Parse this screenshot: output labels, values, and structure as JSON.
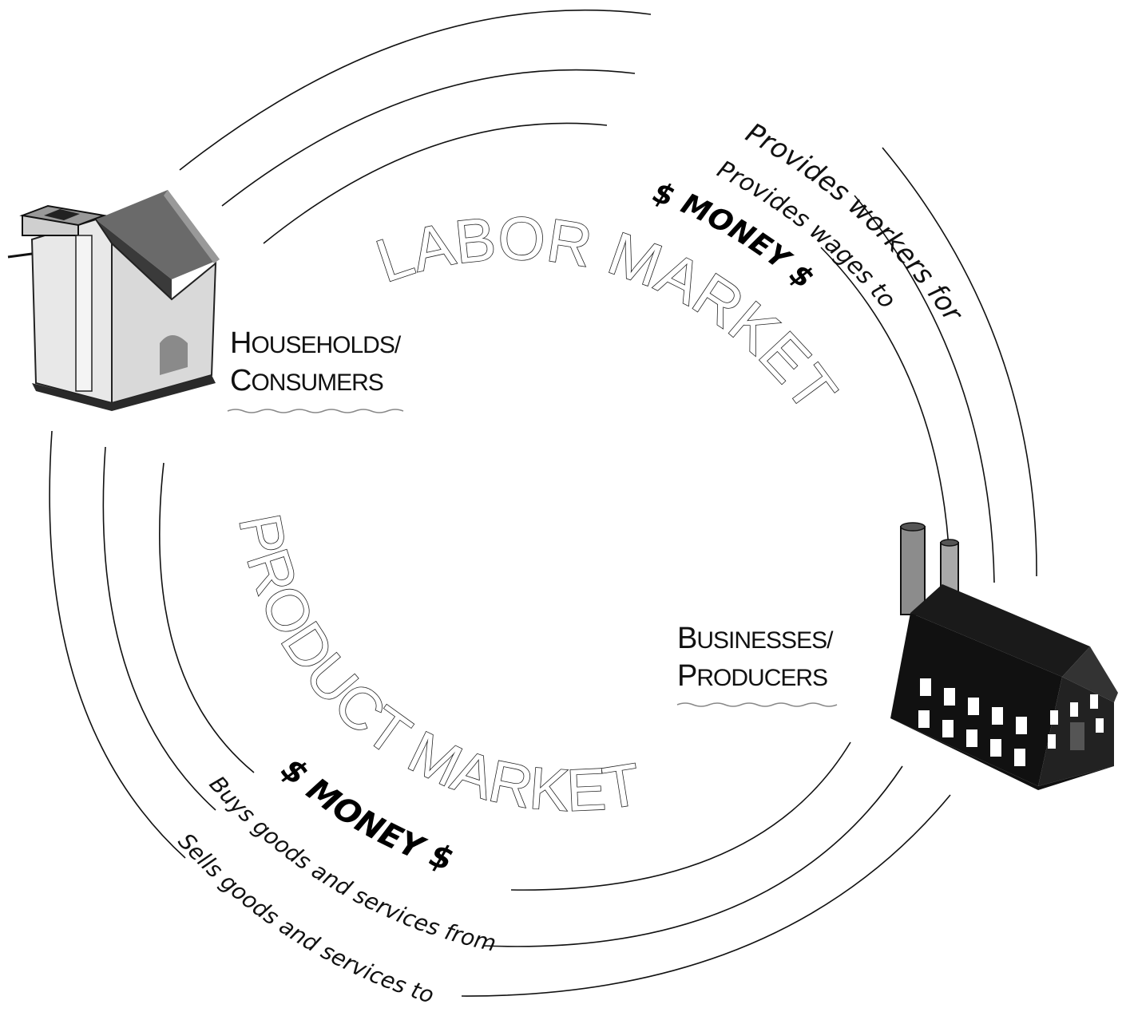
{
  "labor_market": {
    "title": "LABOR MARKET",
    "outer_label": "Provides workers for",
    "middle_label": "Provides wages to",
    "inner_label": "$ MONEY $"
  },
  "product_market": {
    "title": "PRODUCT MARKET",
    "inner_label": "$ MONEY $",
    "middle_label": "Buys goods and services from",
    "outer_label": "Sells goods and services to"
  },
  "households": {
    "line1_cap": "H",
    "line1_rest": "OUSEHOLDS/",
    "line2_cap": "C",
    "line2_rest": "ONSUMERS",
    "icon": "house-icon"
  },
  "businesses": {
    "line1_cap": "B",
    "line1_rest": "USINESSES/",
    "line2_cap": "P",
    "line2_rest": "RODUCERS",
    "icon": "factory-icon"
  }
}
